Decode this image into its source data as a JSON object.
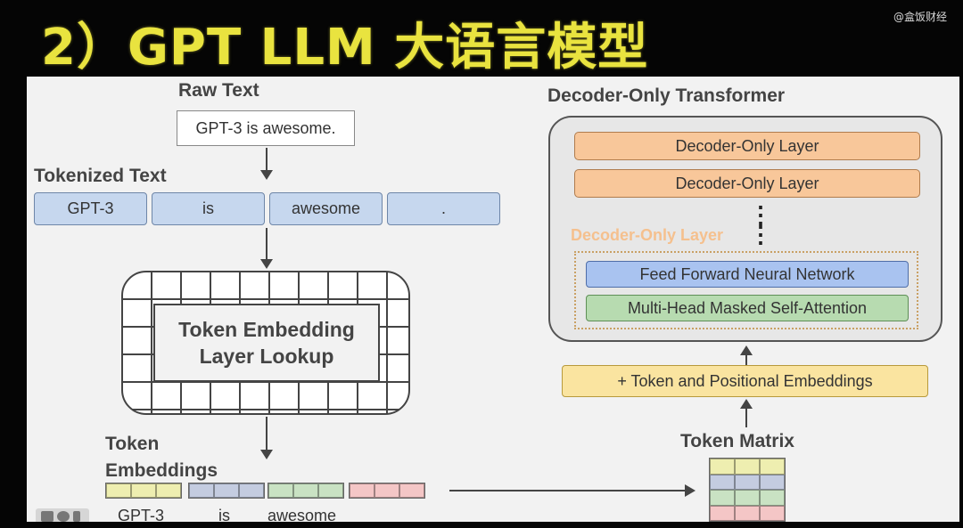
{
  "title": "2）GPT LLM 大语言模型",
  "watermark": "@盒饭财经",
  "diagram": {
    "raw_text_label": "Raw Text",
    "raw_text_value": "GPT-3 is awesome.",
    "tokenized_label": "Tokenized Text",
    "tokens": [
      "GPT-3",
      "is",
      "awesome",
      "."
    ],
    "embedding_lookup": [
      "Token Embedding",
      "Layer Lookup"
    ],
    "token_embeddings_label": [
      "Token",
      "Embeddings"
    ],
    "embedding_tokens": [
      "GPT-3",
      "is",
      "awesome"
    ],
    "embedding_colors": [
      "#eeeeb0",
      "#c4cce0",
      "#c9e2c3",
      "#f4c6c6"
    ],
    "token_matrix_label": "Token Matrix",
    "transformer_title": "Decoder-Only Transformer",
    "layers": [
      "Decoder-Only Layer",
      "Decoder-Only Layer"
    ],
    "ellipsis": "⋮",
    "inner_layer_label": "Decoder-Only Layer",
    "ffn": "Feed Forward Neural Network",
    "attention": "Multi-Head Masked Self-Attention",
    "positional": "+ Token and Positional Embeddings"
  }
}
